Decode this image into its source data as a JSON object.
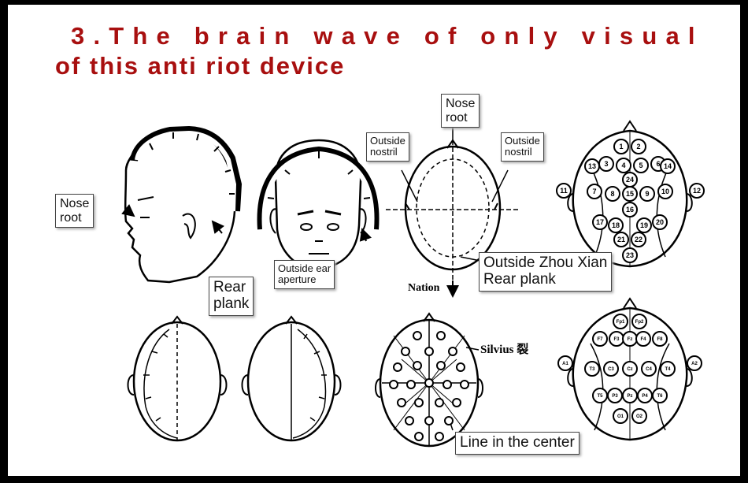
{
  "title": {
    "line1": "3.The brain wave of only visual",
    "line2": "of this anti riot device"
  },
  "labels": {
    "nose_root_side": [
      "Nose",
      "root"
    ],
    "rear_plank": [
      "Rear",
      "plank"
    ],
    "outside_ear_aperture": [
      "Outside ear",
      "aperture"
    ],
    "nose_root_top": [
      "Nose",
      "root"
    ],
    "outside_nostril_left": [
      "Outside",
      "nostril"
    ],
    "outside_nostril_right": [
      "Outside",
      "nostril"
    ],
    "outside_zhou_xian": [
      "Outside Zhou Xian",
      "Rear plank"
    ],
    "nation": "Nation",
    "silvius": "Silvius 裂",
    "line_in_center": "Line in the center"
  },
  "electrodes_numbered": [
    "1",
    "2",
    "3",
    "4",
    "5",
    "6",
    "7",
    "8",
    "9",
    "10",
    "11",
    "12",
    "13",
    "14",
    "15",
    "16",
    "17",
    "18",
    "19",
    "20",
    "21",
    "22",
    "23",
    "24"
  ],
  "electrodes_10_20": [
    "Fp1",
    "Fp2",
    "F7",
    "F3",
    "Fz",
    "F4",
    "F8",
    "A1",
    "T3",
    "C3",
    "Cz",
    "C4",
    "T4",
    "A2",
    "T5",
    "P3",
    "Pz",
    "P4",
    "T6",
    "O1",
    "O2"
  ],
  "colors": {
    "title": "#a80f0f",
    "background": "#000000",
    "slide": "#ffffff"
  }
}
